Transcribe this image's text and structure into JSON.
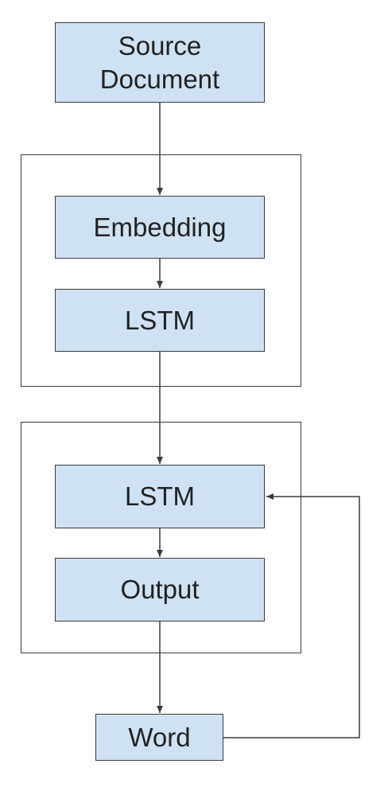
{
  "diagram": {
    "nodes": {
      "source_document": {
        "line1": "Source",
        "line2": "Document"
      },
      "embedding": {
        "label": "Embedding"
      },
      "encoder_lstm": {
        "label": "LSTM"
      },
      "decoder_lstm": {
        "label": "LSTM"
      },
      "output": {
        "label": "Output"
      },
      "word": {
        "label": "Word"
      }
    },
    "colors": {
      "node_fill": "#cfe2f3",
      "stroke": "#3a3a3a",
      "text": "#222222"
    }
  }
}
